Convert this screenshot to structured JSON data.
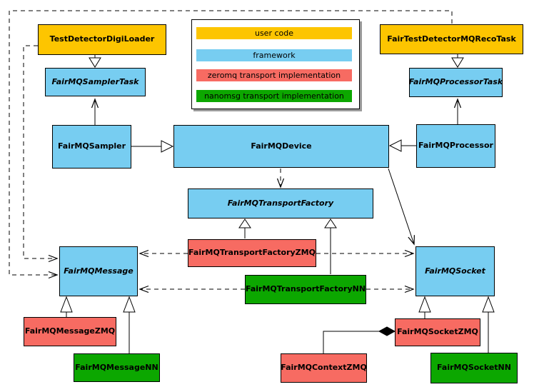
{
  "diagram": {
    "type": "uml-class-diagram",
    "palette": {
      "user_code": "#FDC500",
      "framework": "#77CDF1",
      "zeromq": "#F76B62",
      "nanomsg": "#0CA700"
    },
    "legend": {
      "items": [
        {
          "label": "user code",
          "color": "#FDC500"
        },
        {
          "label": "framework",
          "color": "#77CDF1"
        },
        {
          "label": "zeromq transport implementation",
          "color": "#F76B62"
        },
        {
          "label": "nanomsg transport implementation",
          "color": "#0CA700"
        }
      ]
    },
    "nodes": {
      "test_detector_digi_loader": {
        "label": "TestDetectorDigiLoader",
        "category": "user_code",
        "abstract": false
      },
      "fair_test_detector_mq_reco_task": {
        "label": "FairTestDetectorMQRecoTask",
        "category": "user_code",
        "abstract": false
      },
      "fairmq_sampler_task": {
        "label": "FairMQSamplerTask",
        "category": "framework",
        "abstract": true
      },
      "fairmq_processor_task": {
        "label": "FairMQProcessorTask",
        "category": "framework",
        "abstract": true
      },
      "fairmq_sampler": {
        "label": "FairMQSampler",
        "category": "framework",
        "abstract": false
      },
      "fairmq_device": {
        "label": "FairMQDevice",
        "category": "framework",
        "abstract": false
      },
      "fairmq_processor": {
        "label": "FairMQProcessor",
        "category": "framework",
        "abstract": false
      },
      "fairmq_transport_factory": {
        "label": "FairMQTransportFactory",
        "category": "framework",
        "abstract": true
      },
      "fairmq_transport_factory_zmq": {
        "label": "FairMQTransportFactoryZMQ",
        "category": "zeromq",
        "abstract": false
      },
      "fairmq_transport_factory_nn": {
        "label": "FairMQTransportFactoryNN",
        "category": "nanomsg",
        "abstract": false
      },
      "fairmq_message": {
        "label": "FairMQMessage",
        "category": "framework",
        "abstract": true
      },
      "fairmq_socket": {
        "label": "FairMQSocket",
        "category": "framework",
        "abstract": true
      },
      "fairmq_message_zmq": {
        "label": "FairMQMessageZMQ",
        "category": "zeromq",
        "abstract": false
      },
      "fairmq_message_nn": {
        "label": "FairMQMessageNN",
        "category": "nanomsg",
        "abstract": false
      },
      "fairmq_socket_zmq": {
        "label": "FairMQSocketZMQ",
        "category": "zeromq",
        "abstract": false
      },
      "fairmq_socket_nn": {
        "label": "FairMQSocketNN",
        "category": "nanomsg",
        "abstract": false
      },
      "fairmq_context_zmq": {
        "label": "FairMQContextZMQ",
        "category": "zeromq",
        "abstract": false
      }
    },
    "relationships": [
      {
        "from": "TestDetectorDigiLoader",
        "to": "FairMQSamplerTask",
        "kind": "generalization"
      },
      {
        "from": "FairTestDetectorMQRecoTask",
        "to": "FairMQProcessorTask",
        "kind": "generalization"
      },
      {
        "from": "FairMQSampler",
        "to": "FairMQDevice",
        "kind": "generalization"
      },
      {
        "from": "FairMQProcessor",
        "to": "FairMQDevice",
        "kind": "generalization"
      },
      {
        "from": "FairMQSampler",
        "to": "FairMQSamplerTask",
        "kind": "association"
      },
      {
        "from": "FairMQProcessor",
        "to": "FairMQProcessorTask",
        "kind": "association"
      },
      {
        "from": "FairMQDevice",
        "to": "FairMQTransportFactory",
        "kind": "dependency"
      },
      {
        "from": "FairMQDevice",
        "to": "FairMQSocket",
        "kind": "association"
      },
      {
        "from": "TestDetectorDigiLoader",
        "to": "FairMQMessage",
        "kind": "dependency"
      },
      {
        "from": "FairTestDetectorMQRecoTask",
        "to": "FairMQMessage",
        "kind": "dependency"
      },
      {
        "from": "FairMQTransportFactoryZMQ",
        "to": "FairMQTransportFactory",
        "kind": "generalization"
      },
      {
        "from": "FairMQTransportFactoryNN",
        "to": "FairMQTransportFactory",
        "kind": "generalization"
      },
      {
        "from": "FairMQTransportFactoryZMQ",
        "to": "FairMQMessage",
        "kind": "dependency"
      },
      {
        "from": "FairMQTransportFactoryZMQ",
        "to": "FairMQSocket",
        "kind": "dependency"
      },
      {
        "from": "FairMQTransportFactoryNN",
        "to": "FairMQMessage",
        "kind": "dependency"
      },
      {
        "from": "FairMQTransportFactoryNN",
        "to": "FairMQSocket",
        "kind": "dependency"
      },
      {
        "from": "FairMQMessageZMQ",
        "to": "FairMQMessage",
        "kind": "generalization"
      },
      {
        "from": "FairMQMessageNN",
        "to": "FairMQMessage",
        "kind": "generalization"
      },
      {
        "from": "FairMQSocketZMQ",
        "to": "FairMQSocket",
        "kind": "generalization"
      },
      {
        "from": "FairMQSocketNN",
        "to": "FairMQSocket",
        "kind": "generalization"
      },
      {
        "from": "FairMQContextZMQ",
        "to": "FairMQSocketZMQ",
        "kind": "composition"
      }
    ]
  }
}
